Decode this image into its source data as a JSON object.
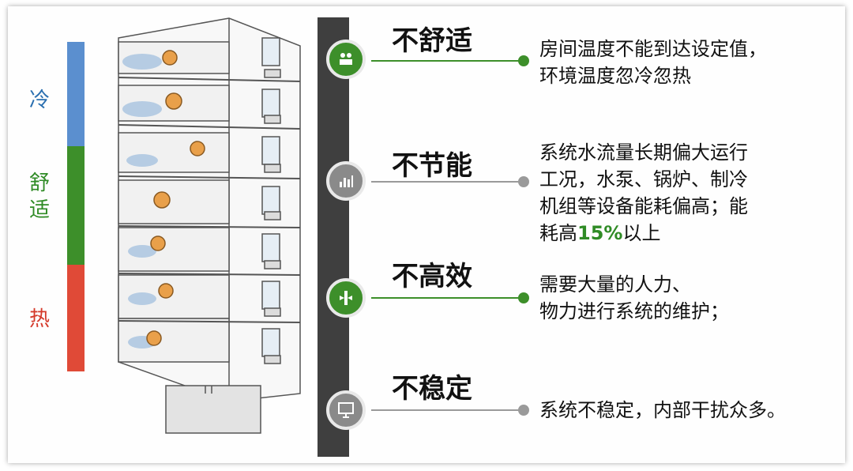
{
  "scale": {
    "labels": [
      {
        "text": "冷",
        "color": "#2a6fb0"
      },
      {
        "text": "舒适",
        "color": "#2f8b25"
      },
      {
        "text": "热",
        "color": "#d53a2b"
      }
    ],
    "colors": {
      "cold": "#5b8fcf",
      "comfort": "#3d8f2a",
      "hot": "#e04a37"
    }
  },
  "items": [
    {
      "title": "不舒适",
      "icon": "people-icon",
      "style": "green",
      "lines": [
        "房间温度不能到达设定值，",
        "环境温度忽冷忽热"
      ]
    },
    {
      "title": "不节能",
      "icon": "bar-chart-icon",
      "style": "gray",
      "lines": [
        "系统水流量长期偏大运行",
        "工况，水泵、锅炉、制冷",
        "机组等设备能耗偏高；能"
      ],
      "last_line": {
        "prefix": "耗高",
        "highlight": "15%",
        "suffix": "以上"
      }
    },
    {
      "title": "不高效",
      "icon": "efficiency-icon",
      "style": "green",
      "lines": [
        "需要大量的人力、",
        "物力进行系统的维护；"
      ]
    },
    {
      "title": "不稳定",
      "icon": "presentation-icon",
      "style": "gray",
      "lines": [
        "系统不稳定，内部干扰众多。"
      ]
    }
  ]
}
